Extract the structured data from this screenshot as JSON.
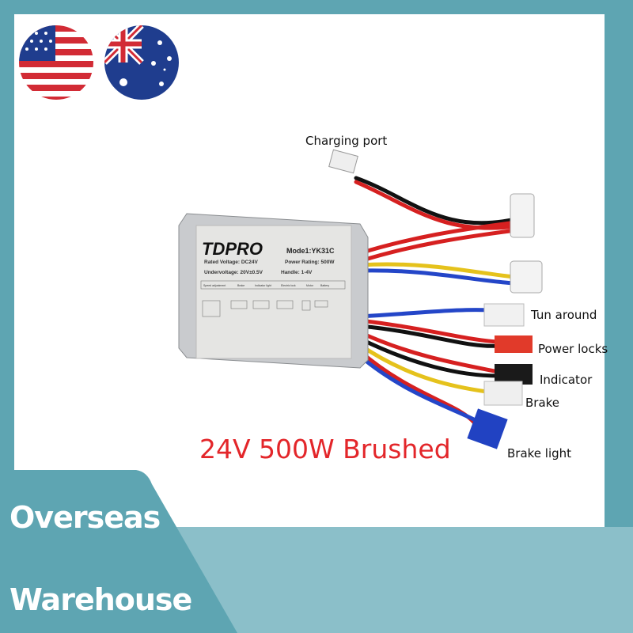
{
  "flags": [
    {
      "name": "us-flag"
    },
    {
      "name": "australia-flag"
    }
  ],
  "product": {
    "logo": "TDPRO",
    "model": "Mode1:YK31C",
    "rated_voltage": "Rated Voltage: DC24V",
    "power_rating": "Power Rating: 500W",
    "undervoltage": "Undervoltage:  20V±0.5V",
    "handle": "Handle:  1-4V",
    "connectors": [
      "Speed adjustment",
      "Brake",
      "Indicator light",
      "Electric lock",
      "Motor",
      "Battery"
    ]
  },
  "callouts": {
    "charging_port": "Charging port",
    "turn_around": "Tun around",
    "power_locks": "Power locks",
    "indicator": "Indicator",
    "brake": "Brake",
    "brake_light": "Brake light"
  },
  "headline": "24V 500W Brushed",
  "banner": {
    "line1": "Overseas",
    "line2": "Warehouse"
  },
  "colors": {
    "frame": "#5ea5b2",
    "band": "#8bbfc9",
    "headline": "#e3262a"
  }
}
